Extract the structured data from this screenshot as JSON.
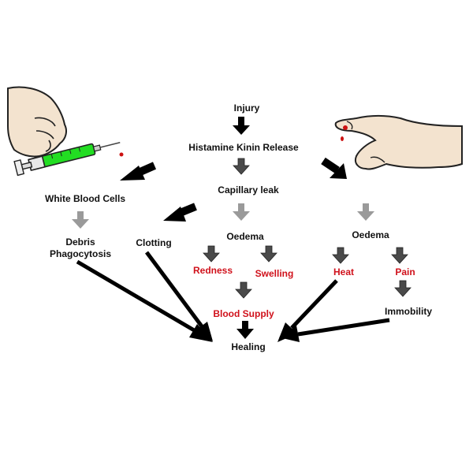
{
  "nodes": {
    "injury": "Injury",
    "histamine": "Histamine Kinin Release",
    "capillary": "Capillary leak",
    "white_blood_cells": "White Blood Cells",
    "debris_1": "Debris",
    "debris_2": "Phagocytosis",
    "clotting": "Clotting",
    "oedema_left": "Oedema",
    "oedema_right": "Oedema",
    "redness": "Redness",
    "swelling": "Swelling",
    "heat": "Heat",
    "pain": "Pain",
    "blood_supply": "Blood Supply",
    "immobility": "Immobility",
    "healing": "Healing"
  },
  "colors": {
    "text": "#111111",
    "red_text": "#d0111b",
    "arrow_black": "#000000",
    "arrow_dark_gray": "#4a4a4a",
    "arrow_light_gray": "#9a9a9a",
    "syringe_liquid": "#22dd22",
    "blood": "#cc1111",
    "skin": "#f3e3cf"
  },
  "icons": {
    "left_illustration": "hand-holding-syringe-icon",
    "right_illustration": "bleeding-finger-hand-icon"
  }
}
